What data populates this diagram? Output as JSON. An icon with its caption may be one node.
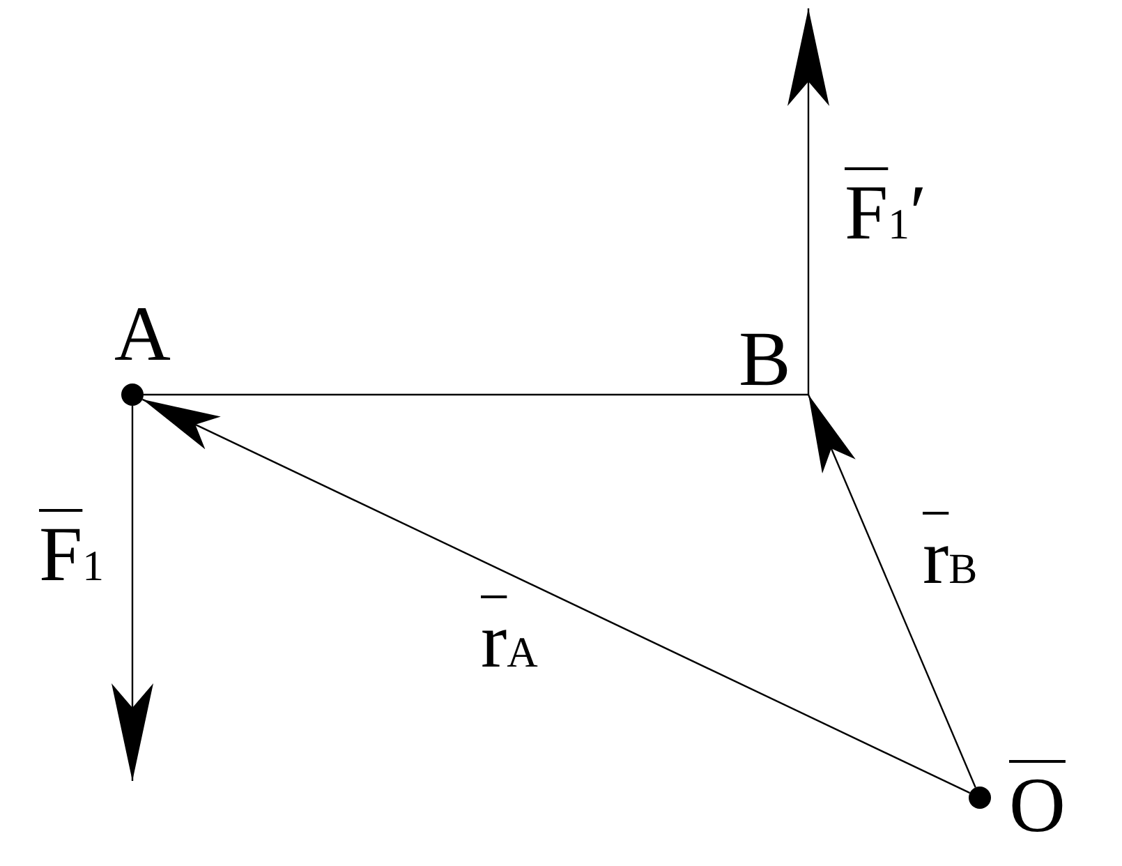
{
  "diagram": {
    "nodes": [
      {
        "text": [
          "A"
        ]
      },
      {
        "text": [
          "B"
        ]
      },
      {
        "text": [
          "O"
        ]
      }
    ],
    "edges": [
      {
        "from": 0,
        "to": 1,
        "arrow": "none"
      },
      {
        "from": 2,
        "to": 0,
        "arrow": "to",
        "label": "r$_{A}$"
      },
      {
        "from": 2,
        "to": 1,
        "arrow": "to",
        "label": "r$_{B}$"
      }
    ],
    "labels": [
      "F$_{1}$",
      "F$_{1}$′"
    ]
  }
}
